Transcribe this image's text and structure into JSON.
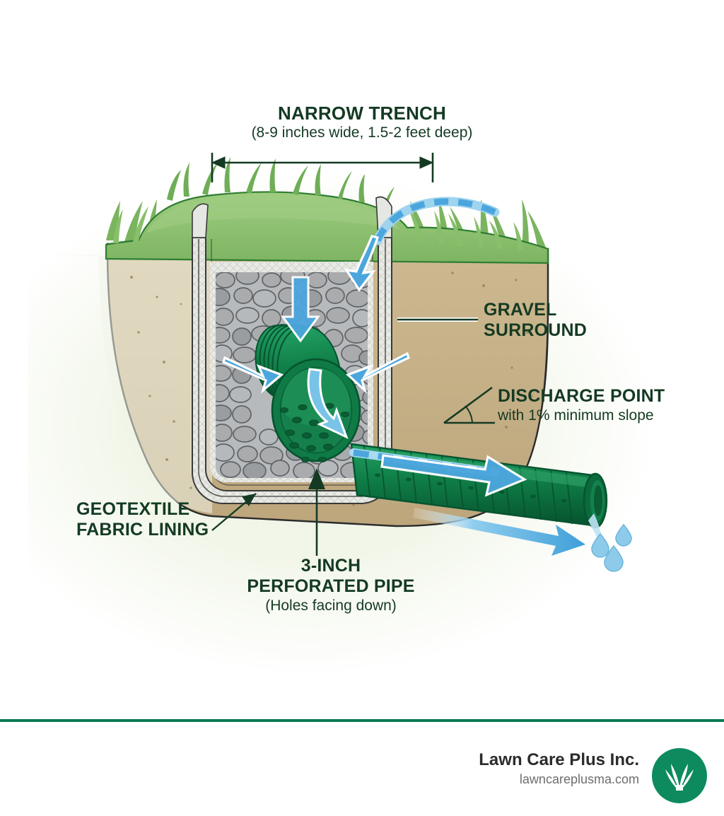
{
  "diagram": {
    "title": "NARROW TRENCH",
    "subtitle": "(8-9 inches wide, 1.5-2 feet deep)",
    "labels": {
      "gravel": {
        "line1": "GRAVEL",
        "line2": "SURROUND"
      },
      "discharge": {
        "line1": "DISCHARGE POINT",
        "line2": "with 1% minimum slope"
      },
      "geotextile": {
        "line1": "GEOTEXTILE",
        "line2": "FABRIC LINING"
      },
      "pipe": {
        "line1": "3-INCH",
        "line2": "PERFORATED PIPE",
        "line3": "(Holes facing down)"
      }
    },
    "icons": {
      "dimension_arrow": "double-arrow-icon",
      "slope_angle": "slope-angle-icon",
      "water_flow": "water-flow-arrow-icon",
      "water_drops": "water-droplet-icon"
    }
  },
  "footer": {
    "company": "Lawn Care Plus Inc.",
    "website": "lawncareplusma.com",
    "logo_icon": "grass-blades-icon"
  },
  "colors": {
    "dark_green_text": "#143a23",
    "brand_green": "#0d8b5e",
    "rule_green": "#0a7a52",
    "grass": "#8cc070",
    "grass_dark": "#5aa24a",
    "soil": "#c9b48c",
    "soil_dark": "#b49d72",
    "gravel": "#a9abad",
    "gravel_dark": "#6e7173",
    "fabric": "#e8e9e6",
    "pipe_green": "#0f7a45",
    "pipe_dark": "#0a5c34",
    "water_blue": "#4ca6dd",
    "water_light": "#a8d8f0"
  }
}
